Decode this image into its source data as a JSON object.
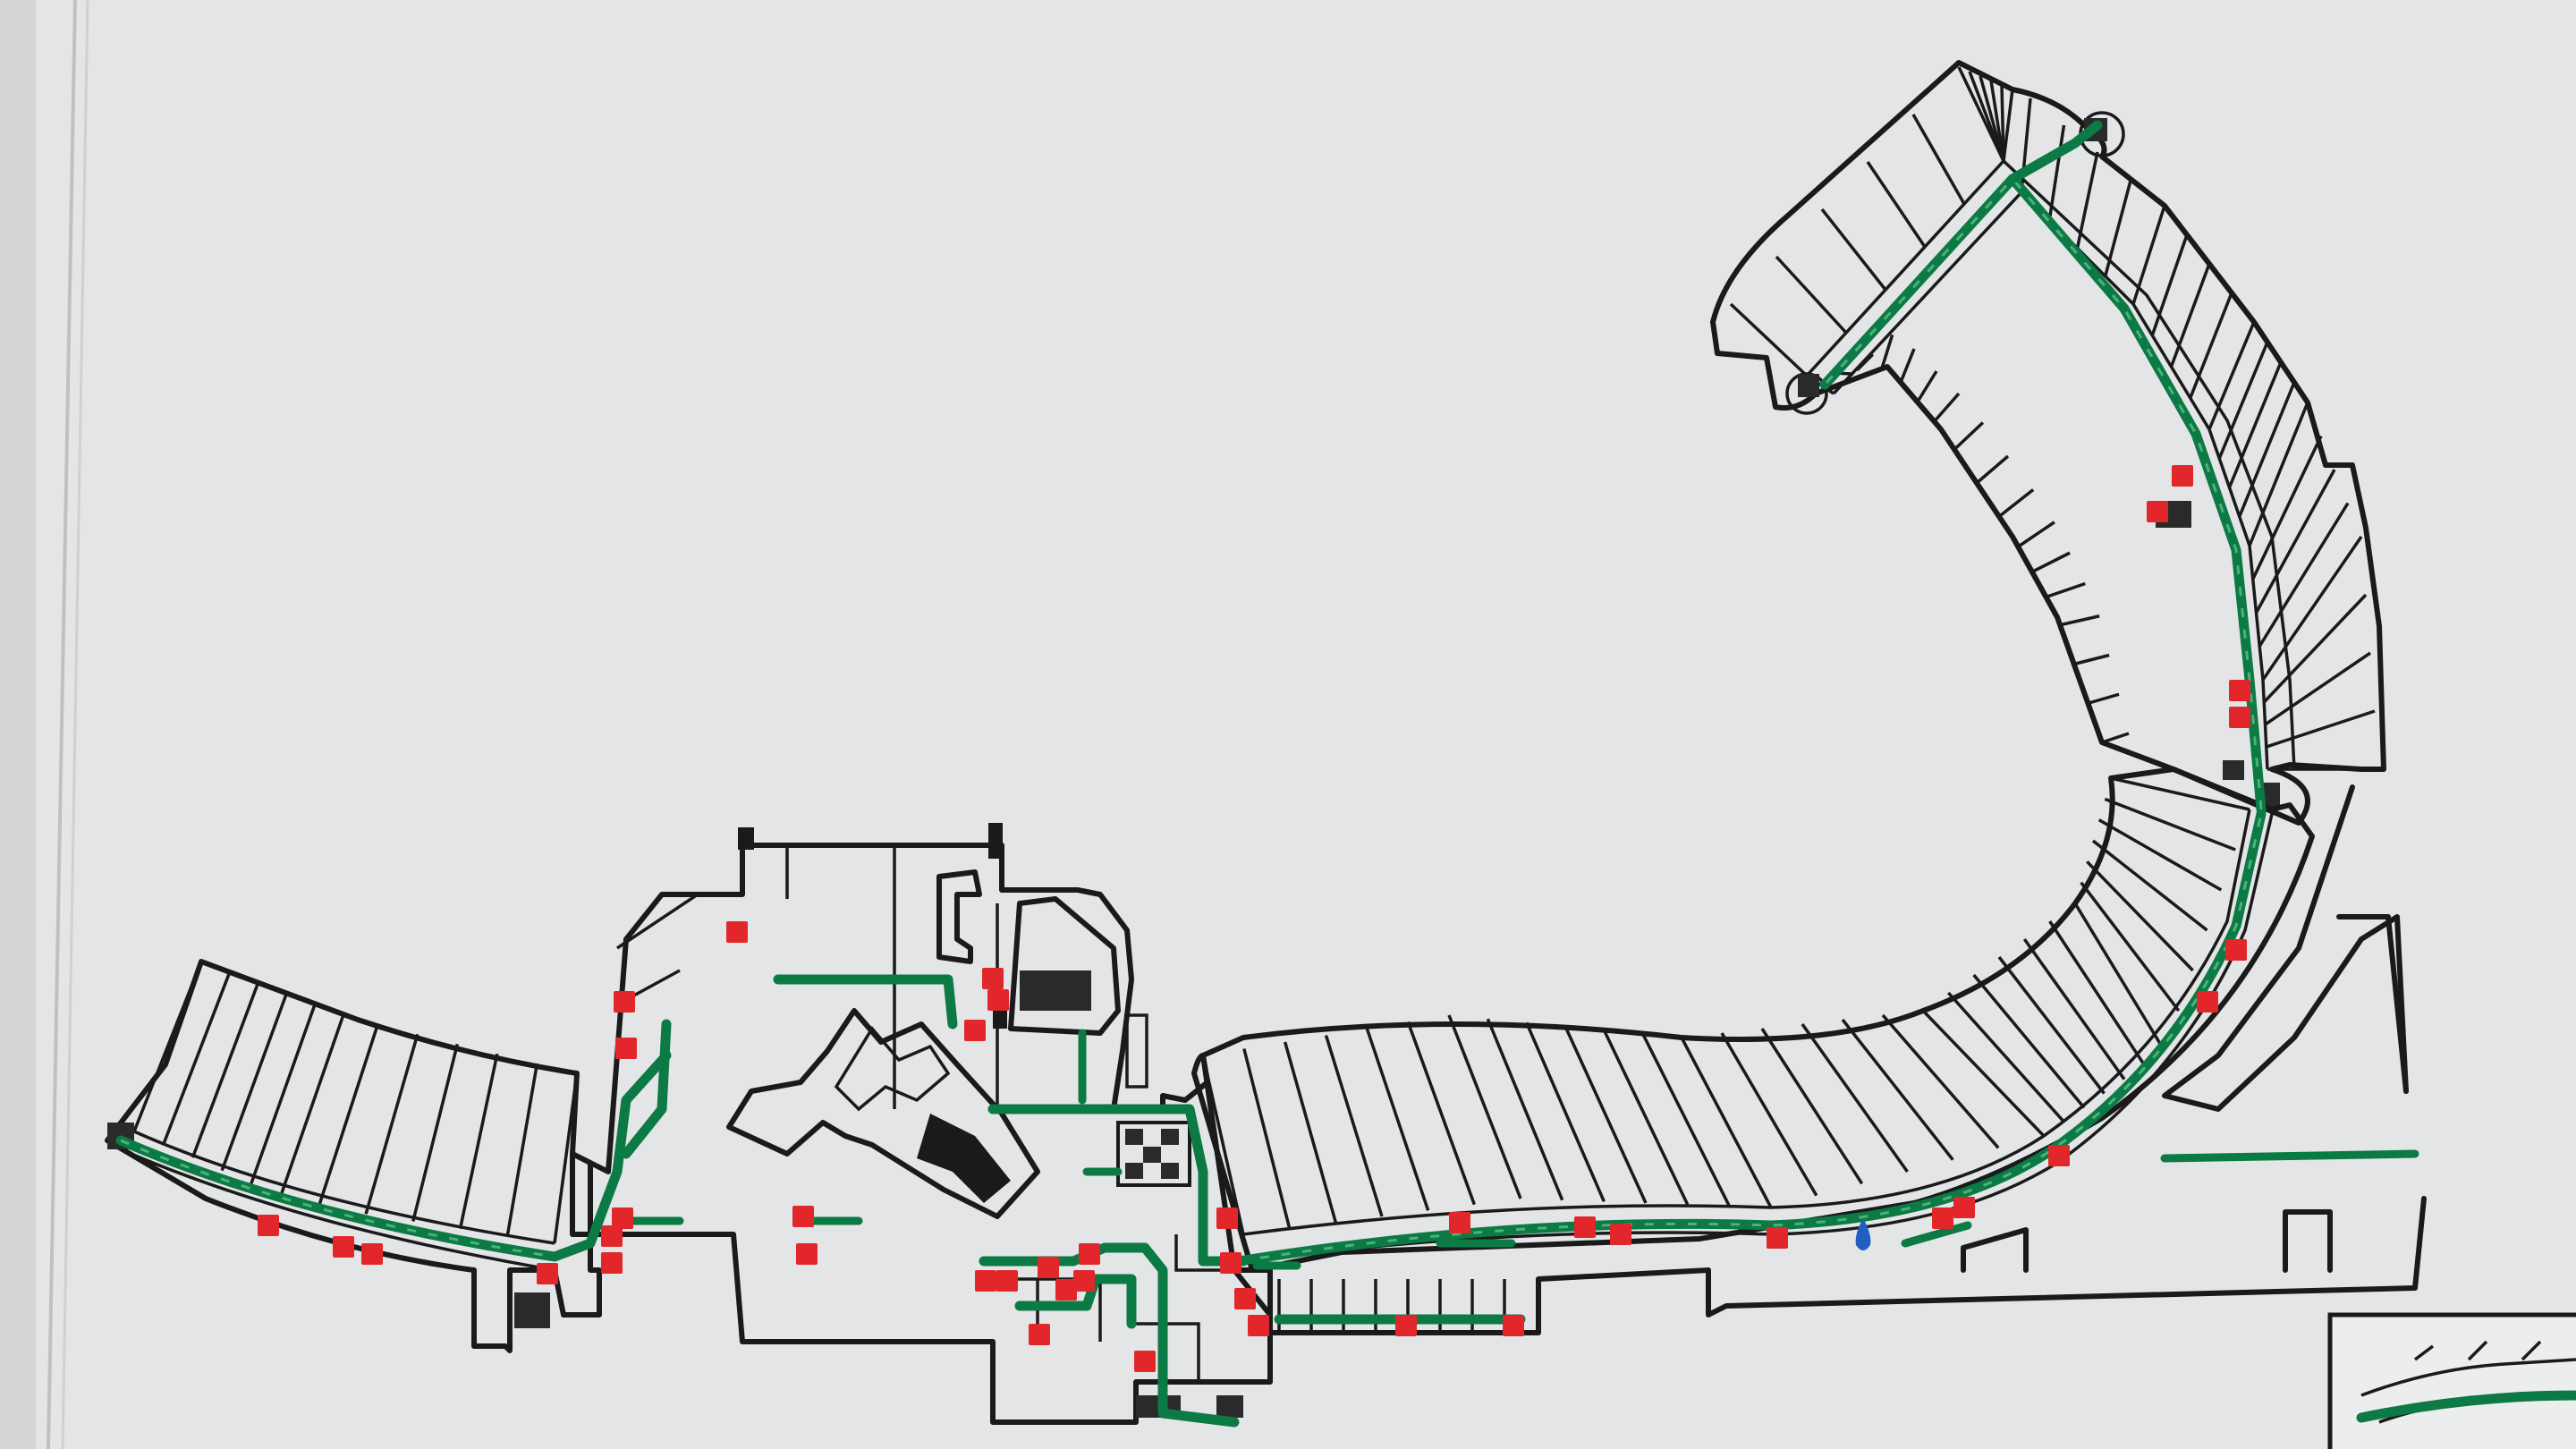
{
  "map": {
    "kind": "evacuation-floor-plan",
    "colors": {
      "background": "#e4e5e6",
      "walls": "#1a1a1a",
      "evacuation_route": "#0c7a45",
      "fire_equipment_sign": "#e2272b",
      "you_are_here_marker": "#1f5fbf"
    },
    "legend_symbols": {
      "route": "green-dashed-arrow-line",
      "sign": "red-fire-safety-sign-icon",
      "marker": "blue-you-are-here-pin-icon",
      "stairs": "hatched-stairwell-icon"
    },
    "sign_count": 42,
    "wings": [
      {
        "id": "north-east-wing",
        "rooms": 30
      },
      {
        "id": "central-curved-wing",
        "rooms": 40
      },
      {
        "id": "west-wing",
        "rooms": 11
      },
      {
        "id": "central-core",
        "rooms": 0
      }
    ]
  }
}
